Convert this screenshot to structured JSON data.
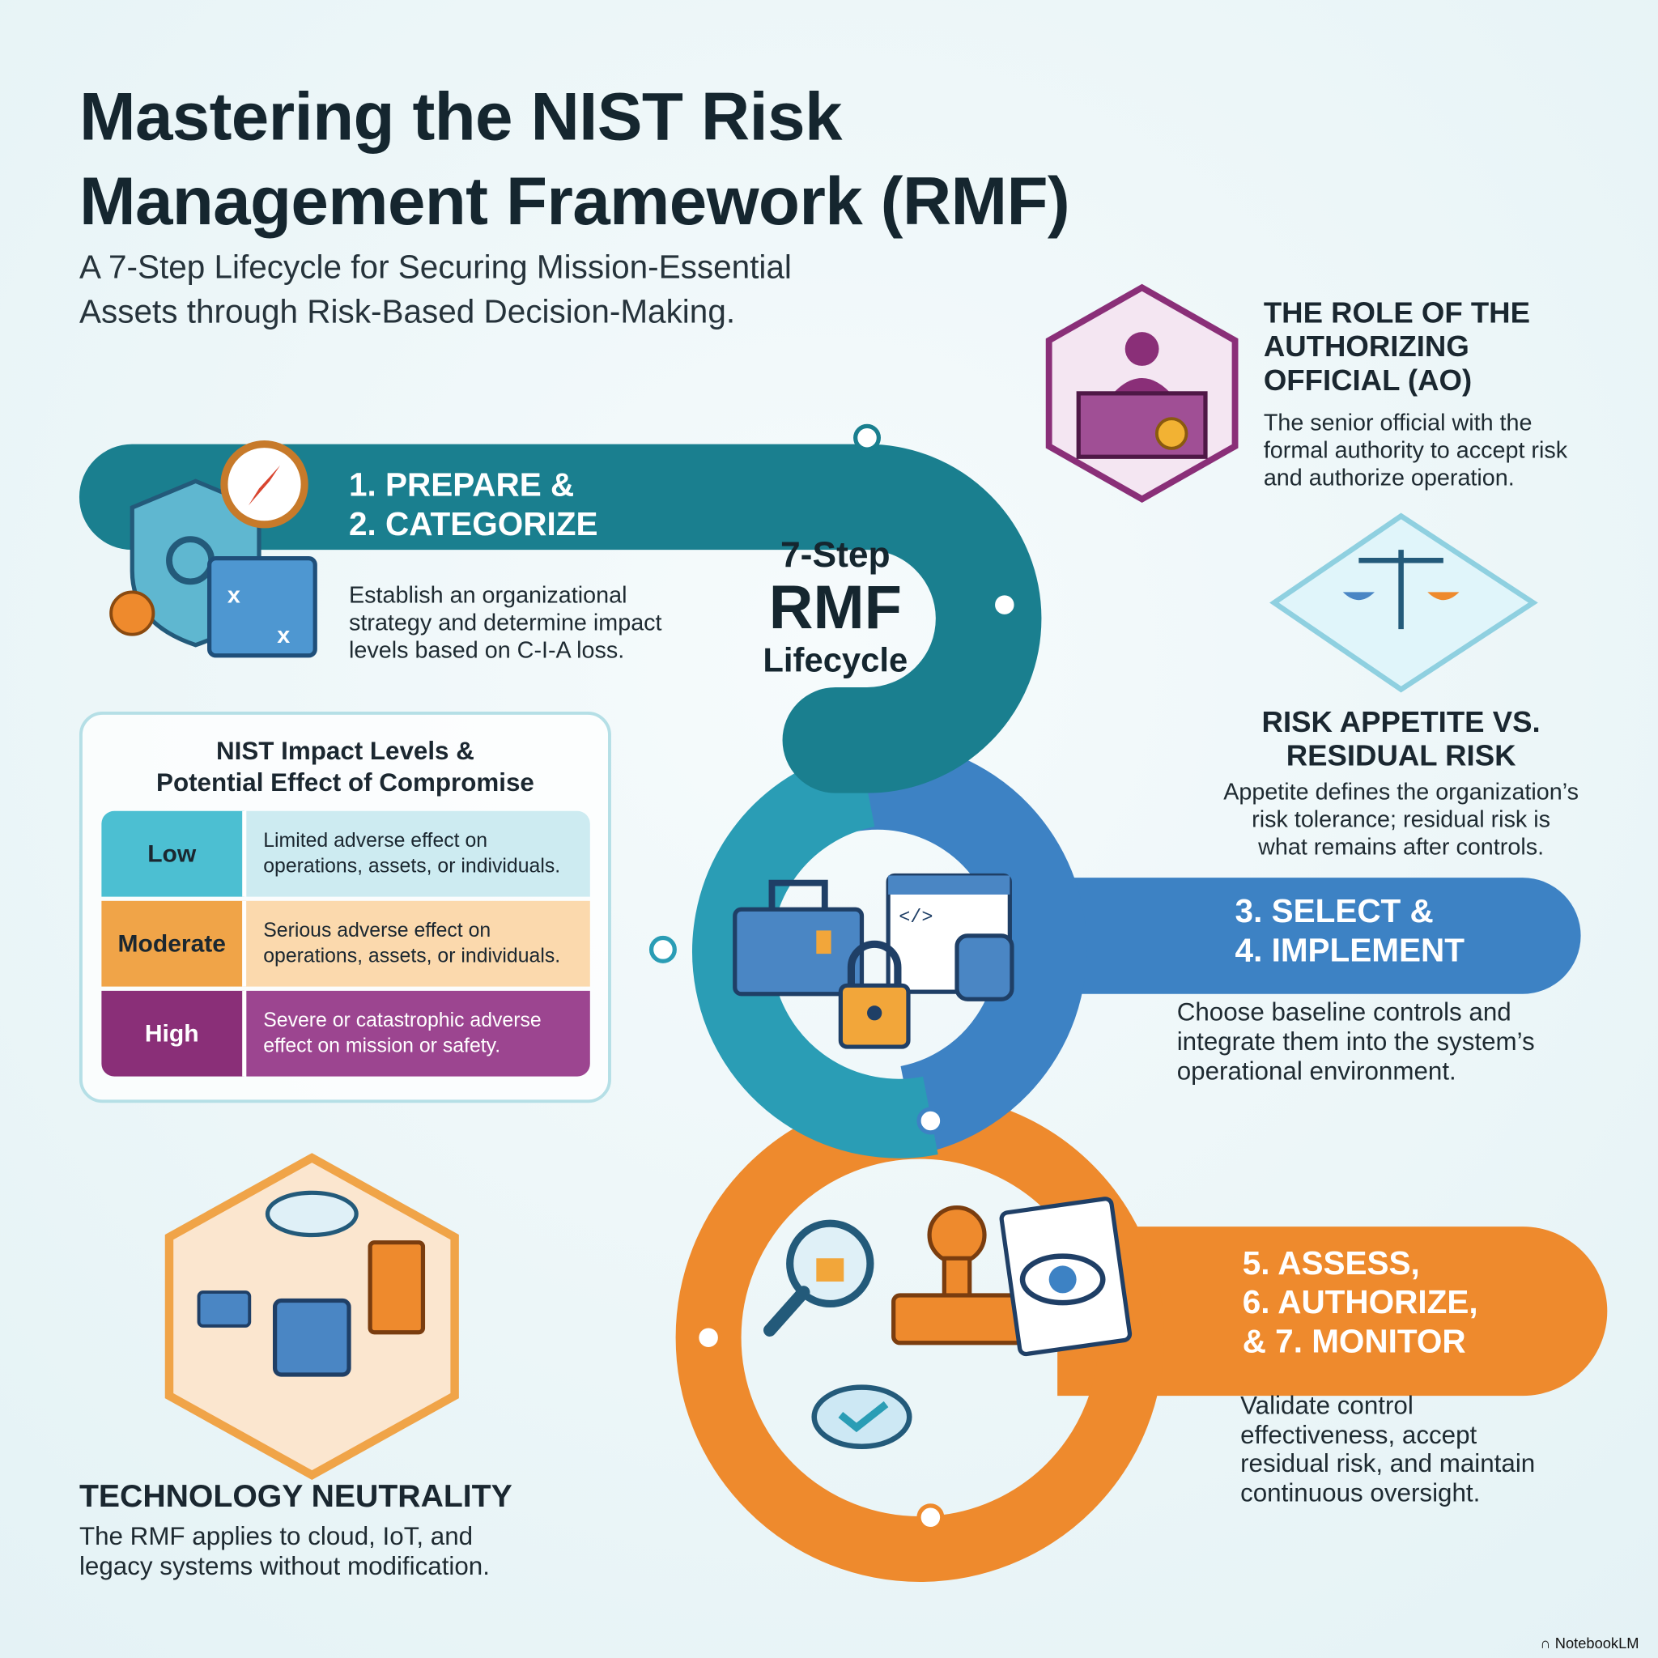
{
  "title_lines": [
    "Mastering the NIST Risk",
    "Management Framework (RMF)"
  ],
  "subtitle_lines": [
    "A 7-Step Lifecycle for Securing Mission-Essential",
    "Assets through Risk-Based Decision-Making."
  ],
  "center": {
    "line1": "7-Step",
    "line2": "RMF",
    "line3": "Lifecycle"
  },
  "steps": [
    {
      "title_lines": [
        "1. PREPARE &",
        "2. CATEGORIZE"
      ],
      "body_lines": [
        "Establish an organizational",
        "strategy and determine impact",
        "levels based on C-I-A loss."
      ],
      "color": "#1a7f8f"
    },
    {
      "title_lines": [
        "3. SELECT &",
        "4. IMPLEMENT"
      ],
      "body_lines": [
        "Choose baseline controls and",
        "integrate them into the system’s",
        "operational environment."
      ],
      "color": "#3d82c4"
    },
    {
      "title_lines": [
        "5. ASSESS,",
        "6. AUTHORIZE,",
        "& 7. MONITOR"
      ],
      "body_lines": [
        "Validate control",
        "effectiveness, accept",
        "residual risk, and maintain",
        "continuous oversight."
      ],
      "color": "#ee8a2d"
    }
  ],
  "ao": {
    "title_lines": [
      "THE ROLE OF THE",
      "AUTHORIZING",
      "OFFICIAL (AO)"
    ],
    "body_lines": [
      "The senior official with the",
      "formal authority to accept risk",
      "and authorize operation."
    ]
  },
  "risk": {
    "title_lines": [
      "RISK APPETITE VS.",
      "RESIDUAL RISK"
    ],
    "body_lines": [
      "Appetite defines the organization’s",
      "risk tolerance; residual risk is",
      "what remains after controls."
    ]
  },
  "impact_table": {
    "title_lines": [
      "NIST Impact Levels &",
      "Potential Effect of Compromise"
    ],
    "rows": [
      {
        "level": "Low",
        "effect": "Limited adverse effect on operations, assets, or individuals.",
        "color": "#4cbfd2",
        "light": "#cdebf1"
      },
      {
        "level": "Moderate",
        "effect": "Serious adverse effect on operations, assets, or individuals.",
        "color": "#f0a448",
        "light": "#fbd9ad"
      },
      {
        "level": "High",
        "effect": "Severe or catastrophic adverse effect on mission or safety.",
        "color": "#8a2f78",
        "light": "#9c4590"
      }
    ]
  },
  "tech": {
    "title": "TECHNOLOGY NEUTRALITY",
    "body_lines": [
      "The RMF applies to cloud, IoT, and",
      "legacy systems without modification."
    ]
  },
  "brand": "NotebookLM"
}
